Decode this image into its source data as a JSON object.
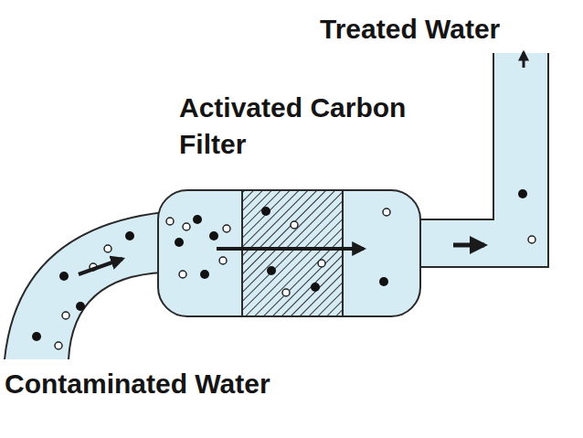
{
  "diagram": {
    "labels": [
      "Treated Water",
      "Activated Carbon Filter",
      "Contaminated Water"
    ]
  }
}
